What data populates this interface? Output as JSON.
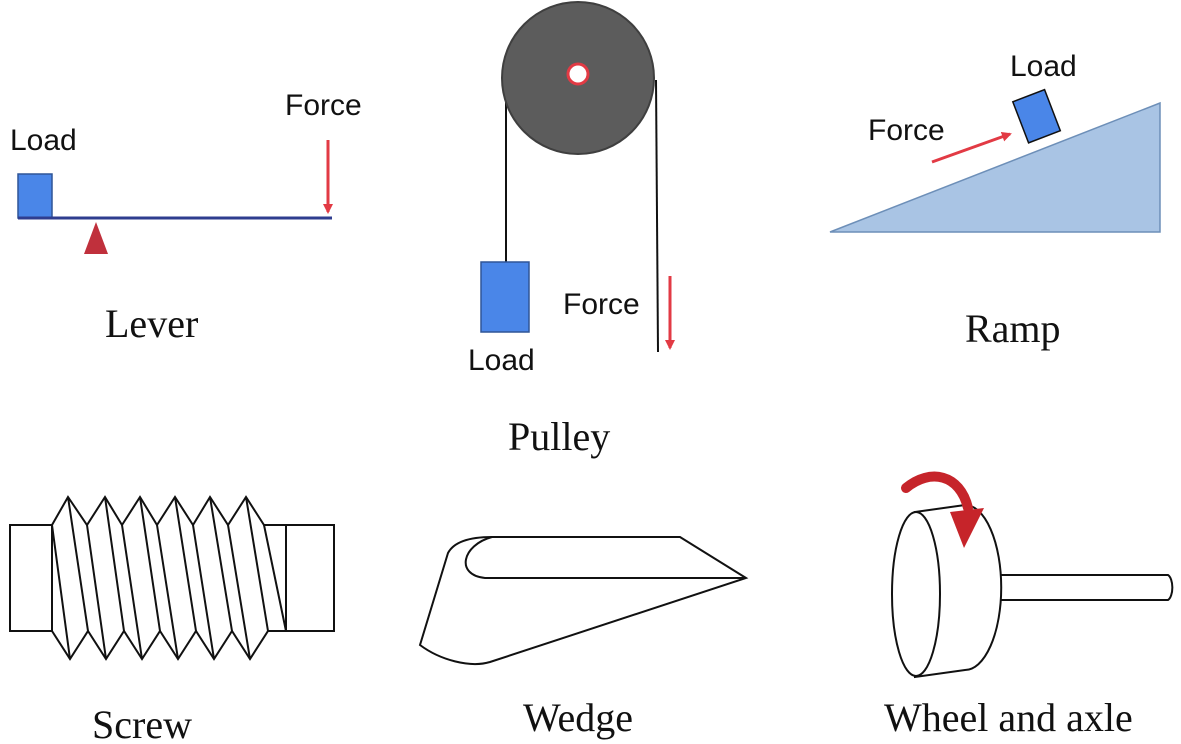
{
  "colors": {
    "load": "#4a86e8",
    "load_stroke": "#2f5597",
    "force": "#e23a44",
    "beam": "#2f3d8f",
    "fulcrum": "#c0303c",
    "pulley_wheel": "#5c5c5c",
    "ramp": "#a9c4e4",
    "rotation_arrow": "#c6242a",
    "line": "#111111"
  },
  "lever": {
    "load_label": "Load",
    "force_label": "Force",
    "caption": "Lever"
  },
  "pulley": {
    "load_label": "Load",
    "force_label": "Force",
    "caption": "Pulley"
  },
  "ramp": {
    "load_label": "Load",
    "force_label": "Force",
    "caption": "Ramp"
  },
  "screw": {
    "caption": "Screw"
  },
  "wedge": {
    "caption": "Wedge"
  },
  "wheel_axle": {
    "caption": "Wheel and axle"
  }
}
